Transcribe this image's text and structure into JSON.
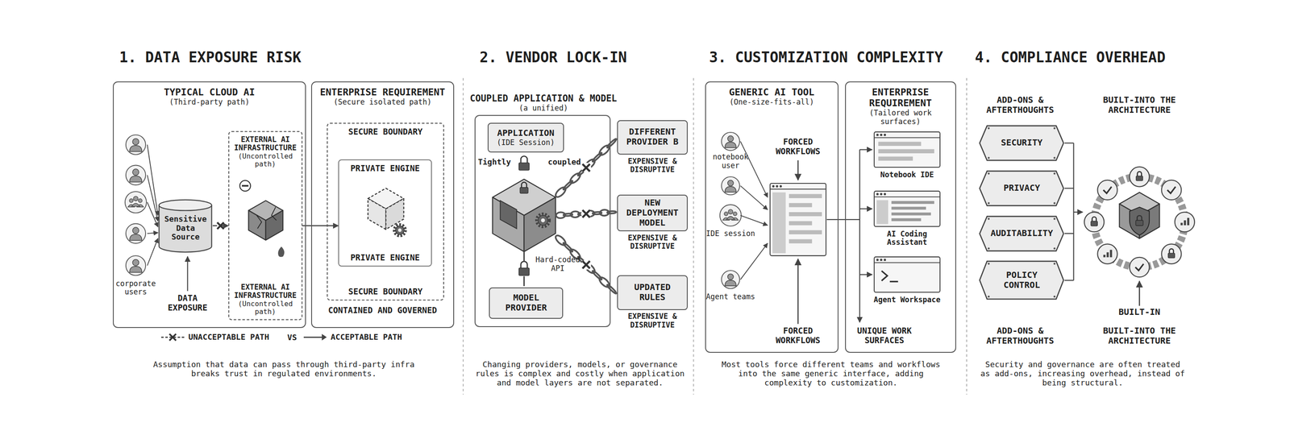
{
  "diagram": {
    "nodes": [
      {
        "text": [
          "TYPICAL CLOUD AI",
          "(Third-party path)"
        ]
      },
      {
        "text": [
          "Sensitive Data Source"
        ],
        "in": 0
      },
      {
        "text": [
          "EXTERNAL AI INFRASTRUCTURE",
          "(Uncontrolled path)",
          "EXTERNAL AI INFRASTRUCTURE",
          "(Uncontrolled path)"
        ],
        "in": 0
      },
      {
        "text": [
          "ENTERPRISE REQUIREMENT",
          "(Secure isolated path)"
        ]
      },
      {
        "text": [
          "SECURE BOUNDARY",
          "SECURE BOUNDARY"
        ],
        "in": 3
      },
      {
        "text": [
          "PRIVATE ENGINE",
          "PRIVATE ENGINE"
        ],
        "in": 4
      },
      {
        "text": [
          "COUPLED APPLICATION & MODEL",
          "(a unified)"
        ]
      },
      {
        "text": [
          "APPLICATION",
          "(IDE Session)"
        ],
        "in": 6
      },
      {
        "text": [
          "MODEL PROVIDER"
        ],
        "in": 6
      },
      {
        "text": [
          "DIFFERENT PROVIDER B",
          "EXPENSIVE & DISRUPTIVE"
        ]
      },
      {
        "text": [
          "NEW DEPLOYMENT MODEL",
          "EXPENSIVE & DISRUPTIVE"
        ]
      },
      {
        "text": [
          "UPDATED RULES",
          "EXPENSIVE & DISRUPTIVE"
        ]
      },
      {
        "text": [
          "GENERIC AI TOOL",
          "(One-size-fits-all)"
        ]
      },
      {
        "text": [
          "ENTERPRISE REQUIREMENT",
          "(Tailored work surfaces)"
        ]
      },
      {
        "text": [
          "Notebook IDE"
        ],
        "in": 13
      },
      {
        "text": [
          "AI Coding Assistant"
        ],
        "in": 13
      },
      {
        "text": [
          "Agent Workspace"
        ],
        "in": 13
      },
      {
        "text": [
          "SECURITY"
        ]
      },
      {
        "text": [
          "PRIVACY"
        ]
      },
      {
        "text": [
          "AUDITABILITY"
        ]
      },
      {
        "text": [
          "POLICY CONTROL"
        ]
      }
    ],
    "edges": [
      {
        "from": 1,
        "to": 2,
        "arrow": "to"
      },
      {
        "from": 2,
        "to": 5,
        "arrow": "to"
      }
    ],
    "labels": [
      "1. DATA EXPOSURE RISK",
      "2. VENDOR LOCK-IN",
      "3. CUSTOMIZATION COMPLEXITY",
      "4. COMPLIANCE OVERHEAD",
      "corporate users",
      "DATA EXPOSURE",
      "CONTAINED AND GOVERNED",
      "VS",
      "Assumption that data can pass through third-party infra breaks trust in regulated environments.",
      "Tightly",
      "coupled",
      "Hard-coded API",
      "Changing providers, models, or governance rules is complex and costly when application and model layers are not separated.",
      "notebook user",
      "IDE session",
      "Agent teams",
      "FORCED WORKFLOWS",
      "FORCED WORKFLOWS",
      "UNIQUE WORK SURFACES",
      "Most tools force different teams and workflows into the same generic interface, adding complexity to customization.",
      "ADD-ONS & AFTERTHOUGHTS",
      "BUILT-INTO THE ARCHITECTURE",
      "BUILT-IN",
      "ADD-ONS & AFTERTHOUGHTS",
      "BUILT-INTO THE ARCHITECTURE",
      "Security and governance are often treated as add-ons, increasing overhead, instead of being structural."
    ],
    "legend": [
      {
        "text": "UNACCEPTABLE PATH"
      },
      {
        "text": "ACCEPTABLE PATH"
      }
    ]
  }
}
